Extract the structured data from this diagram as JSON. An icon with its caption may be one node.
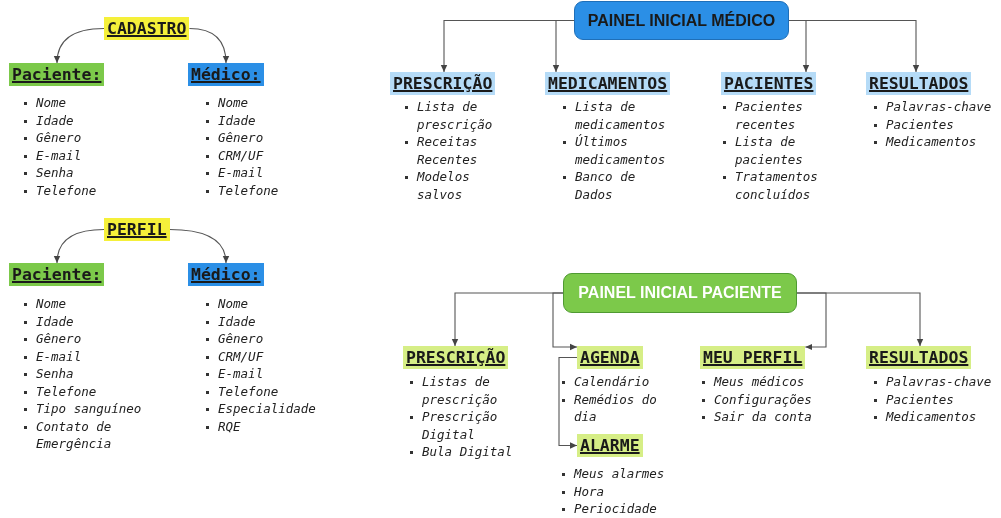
{
  "diagram": {
    "nodes": [
      {
        "text": [
          "CADASTRO"
        ]
      },
      {
        "text": [
          "Paciente:"
        ],
        "beside": [
          "Nome",
          "Idade",
          "Gênero",
          "E-mail",
          "Senha",
          "Telefone"
        ]
      },
      {
        "text": [
          "Médico:"
        ],
        "beside": [
          "Nome",
          "Idade",
          "Gênero",
          "CRM/UF",
          "E-mail",
          "Telefone"
        ]
      },
      {
        "text": [
          "PERFIL"
        ]
      },
      {
        "text": [
          "Paciente:"
        ],
        "beside": [
          "Nome",
          "Idade",
          "Gênero",
          "E-mail",
          "Senha",
          "Telefone",
          "Tipo sanguíneo",
          "Contato de Emergência"
        ]
      },
      {
        "text": [
          "Médico:"
        ],
        "beside": [
          "Nome",
          "Idade",
          "Gênero",
          "CRM/UF",
          "E-mail",
          "Telefone",
          "Especialidade",
          "RQE"
        ]
      },
      {
        "text": [
          "PAINEL INICIAL MÉDICO"
        ]
      },
      {
        "text": [
          "PRESCRIÇÃO"
        ],
        "beside": [
          "Lista de prescrição",
          "Receitas Recentes",
          "Modelos salvos"
        ]
      },
      {
        "text": [
          "MEDICAMENTOS"
        ],
        "beside": [
          "Lista de medicamentos",
          "Últimos medicamentos",
          "Banco de Dados"
        ]
      },
      {
        "text": [
          "PACIENTES"
        ],
        "beside": [
          "Pacientes recentes",
          "Lista de pacientes",
          "Tratamentos concluídos"
        ]
      },
      {
        "text": [
          "RESULTADOS"
        ],
        "beside": [
          "Palavras-chave",
          "Pacientes",
          "Medicamentos"
        ]
      },
      {
        "text": [
          "PAINEL INICIAL PACIENTE"
        ]
      },
      {
        "text": [
          "PRESCRIÇÃO"
        ],
        "beside": [
          "Listas de prescrição",
          "Prescrição Digital",
          "Bula Digital"
        ]
      },
      {
        "text": [
          "AGENDA"
        ],
        "beside": [
          "Calendário",
          "Remédios do dia"
        ]
      },
      {
        "text": [
          "ALARME"
        ],
        "beside": [
          "Meus alarmes",
          "Hora",
          "Periocidade"
        ]
      },
      {
        "text": [
          "MEU PERFIL"
        ],
        "beside": [
          "Meus médicos",
          "Configurações",
          "Sair da conta"
        ]
      },
      {
        "text": [
          "RESULTADOS"
        ],
        "beside": [
          "Palavras-chave",
          "Pacientes",
          "Medicamentos"
        ]
      }
    ],
    "edges": [
      {
        "from": 0,
        "to": 1,
        "arrow": "to"
      },
      {
        "from": 0,
        "to": 2,
        "arrow": "to"
      },
      {
        "from": 3,
        "to": 4,
        "arrow": "to"
      },
      {
        "from": 3,
        "to": 5,
        "arrow": "to"
      },
      {
        "from": 6,
        "to": 7,
        "arrow": "to"
      },
      {
        "from": 6,
        "to": 8,
        "arrow": "to"
      },
      {
        "from": 6,
        "to": 9,
        "arrow": "to"
      },
      {
        "from": 6,
        "to": 10,
        "arrow": "to"
      },
      {
        "from": 11,
        "to": 12,
        "arrow": "to"
      },
      {
        "from": 11,
        "to": 13,
        "arrow": "to"
      },
      {
        "from": 11,
        "to": 15,
        "arrow": "to"
      },
      {
        "from": 11,
        "to": 16,
        "arrow": "to"
      },
      {
        "from": 13,
        "to": 14,
        "arrow": "to"
      }
    ]
  }
}
